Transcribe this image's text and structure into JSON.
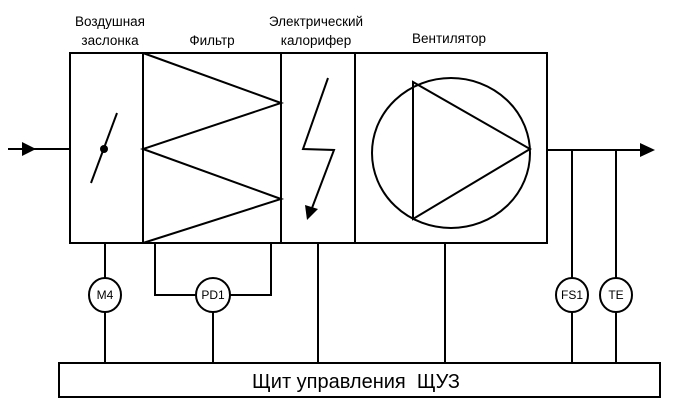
{
  "labels": {
    "damper_line1": "Воздушная",
    "damper_line2": "заслонка",
    "filter": "Фильтр",
    "heater_line1": "Электрический",
    "heater_line2": "калорифер",
    "fan": "Вентилятор"
  },
  "sensors": {
    "m4": "M4",
    "pd1": "PD1",
    "fs1": "FS1",
    "te": "TE"
  },
  "panel": {
    "label": "Щит управления  ЩУЗ"
  }
}
